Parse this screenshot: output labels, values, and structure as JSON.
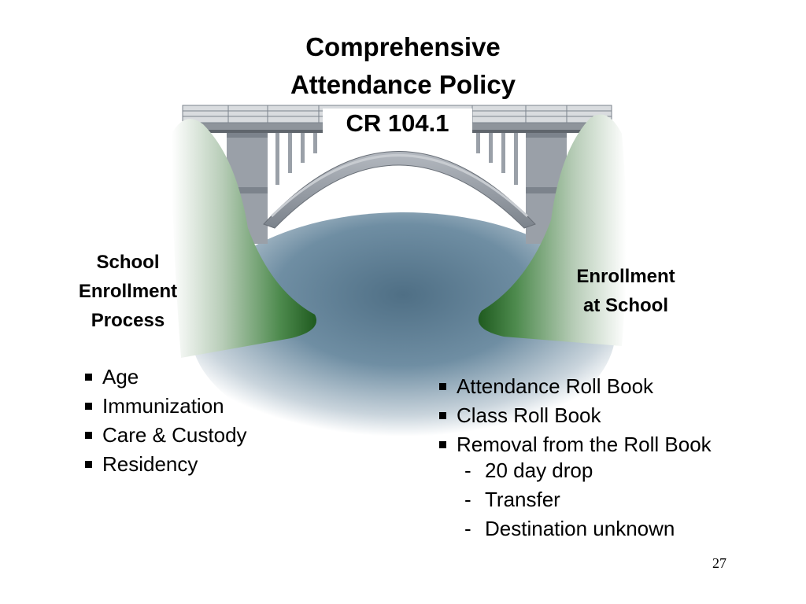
{
  "slide": {
    "title_line1": "Comprehensive",
    "title_line2": "Attendance Policy",
    "policy_code": "CR 104.1",
    "left_label": [
      "School",
      "Enrollment",
      "Process"
    ],
    "right_label": [
      "Enrollment",
      "at School"
    ],
    "left_items": [
      "Age",
      "Immunization",
      "Care & Custody",
      "Residency"
    ],
    "right_items": [
      "Attendance Roll Book",
      "Class Roll Book",
      "Removal from the Roll Book"
    ],
    "removal_subitems": [
      "20 day drop",
      "Transfer",
      "Destination unknown"
    ],
    "page_number": "27"
  },
  "colors": {
    "cliff_green": "#2f6b2f",
    "water_blue": "#5a7a90",
    "bridge_gray": "#9aa0a8"
  }
}
